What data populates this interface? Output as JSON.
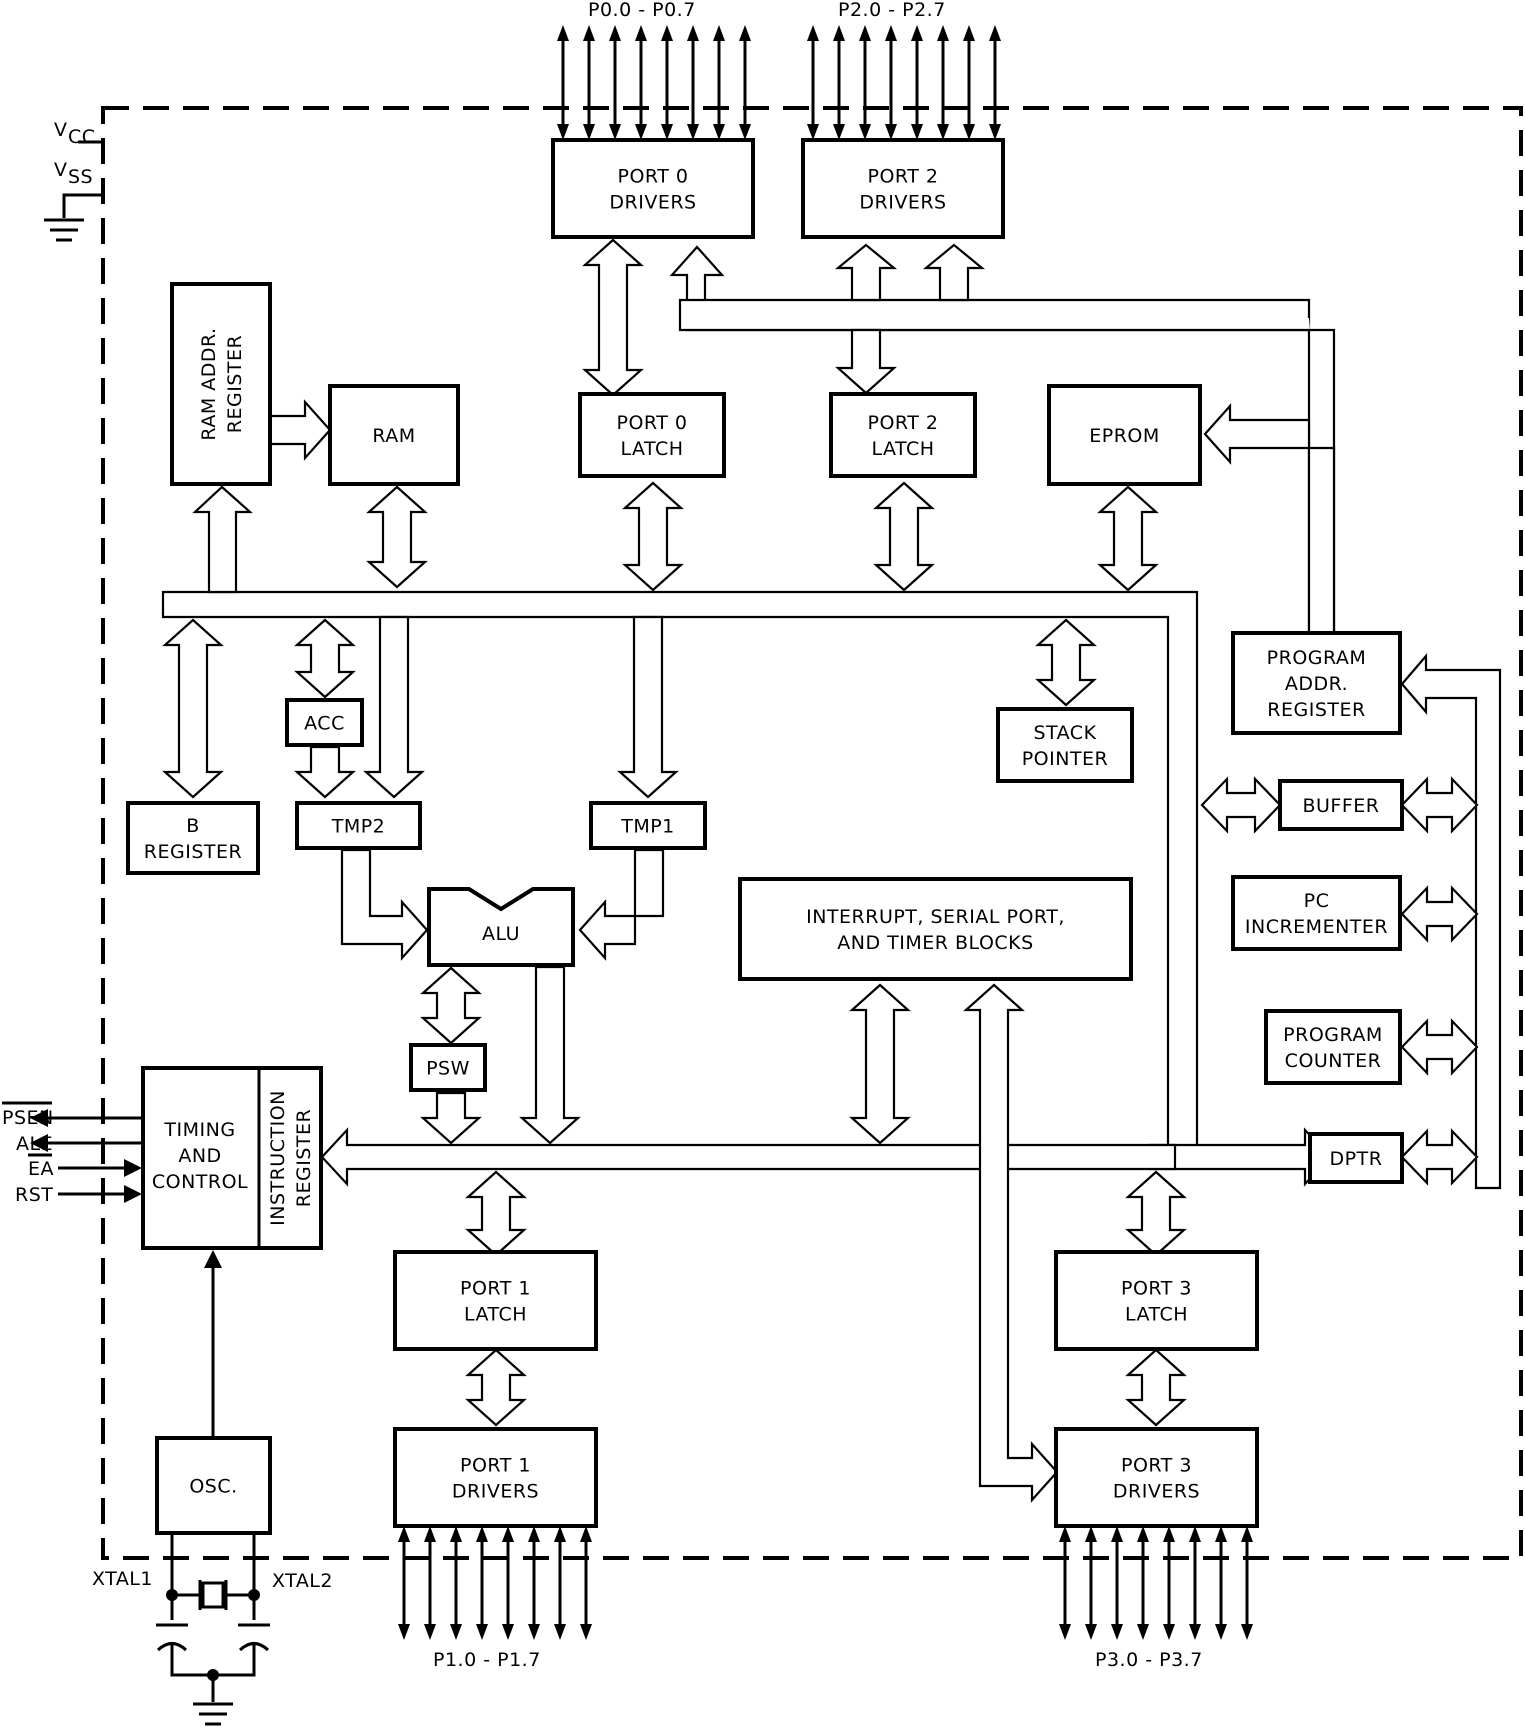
{
  "pins_top": {
    "port0": "P0.0 - P0.7",
    "port2": "P2.0 - P2.7"
  },
  "pins_bottom": {
    "port1": "P1.0 - P1.7",
    "port3": "P3.0 - P3.7"
  },
  "power": {
    "vcc_main": "V",
    "vcc_sub": "CC",
    "vss_main": "V",
    "vss_sub": "SS"
  },
  "control_pins": {
    "psen": "PSEN",
    "ale": "ALE",
    "ea": "EA",
    "rst": "RST"
  },
  "crystal": {
    "xtal1": "XTAL1",
    "xtal2": "XTAL2"
  },
  "blocks": {
    "port0_drivers": [
      "PORT 0",
      "DRIVERS"
    ],
    "port2_drivers": [
      "PORT 2",
      "DRIVERS"
    ],
    "ram_addr_register": [
      "RAM ADDR.",
      "REGISTER"
    ],
    "ram": [
      "RAM"
    ],
    "port0_latch": [
      "PORT 0",
      "LATCH"
    ],
    "port2_latch": [
      "PORT 2",
      "LATCH"
    ],
    "eprom": [
      "EPROM"
    ],
    "program_addr_register": [
      "PROGRAM",
      "ADDR.",
      "REGISTER"
    ],
    "acc": [
      "ACC"
    ],
    "stack_pointer": [
      "STACK",
      "POINTER"
    ],
    "b_register": [
      "B",
      "REGISTER"
    ],
    "tmp2": [
      "TMP2"
    ],
    "tmp1": [
      "TMP1"
    ],
    "buffer": [
      "BUFFER"
    ],
    "alu": [
      "ALU"
    ],
    "interrupt_blocks": [
      "INTERRUPT, SERIAL PORT,",
      "AND TIMER BLOCKS"
    ],
    "pc_incrementer": [
      "PC",
      "INCREMENTER"
    ],
    "psw": [
      "PSW"
    ],
    "program_counter": [
      "PROGRAM",
      "COUNTER"
    ],
    "timing_control": [
      "TIMING",
      "AND",
      "CONTROL"
    ],
    "instruction_register": [
      "INSTRUCTION",
      "REGISTER"
    ],
    "dptr": [
      "DPTR"
    ],
    "port1_latch": [
      "PORT 1",
      "LATCH"
    ],
    "port3_latch": [
      "PORT 3",
      "LATCH"
    ],
    "osc": [
      "OSC."
    ],
    "port1_drivers": [
      "PORT 1",
      "DRIVERS"
    ],
    "port3_drivers": [
      "PORT 3",
      "DRIVERS"
    ]
  }
}
